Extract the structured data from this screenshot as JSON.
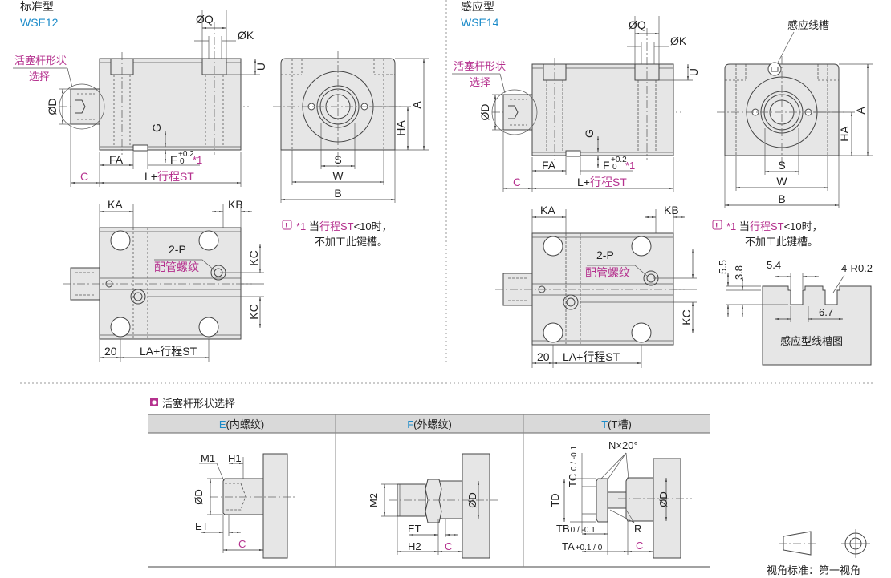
{
  "colors": {
    "accent_blue": "#1b8bc9",
    "accent_magenta": "#b5318e",
    "body_fill": "#e6e6e6",
    "table_header": "#d9d9d9"
  },
  "standard": {
    "title": "标准型",
    "model": "WSE12",
    "rod_callout": [
      "活塞杆形状",
      "选择"
    ],
    "side": {
      "q": "ØQ",
      "k": "ØK",
      "u": "U",
      "g": "G",
      "d": "ØD",
      "fa": "FA",
      "f": "F",
      "f_tol_up": "+0.2",
      "f_tol_low": "0",
      "f_note": "*1",
      "c": "C",
      "l": "L+",
      "st": "行程ST"
    },
    "front": {
      "s": "S",
      "w": "W",
      "b": "B",
      "a": "A",
      "ha": "HA"
    },
    "bottom": {
      "ka": "KA",
      "kb": "KB",
      "kc": "KC",
      "port_count": "2-P",
      "port_label": "配管螺纹",
      "twenty": "20",
      "la": "LA+",
      "st": "行程ST"
    },
    "note": {
      "icon": "warning-icon",
      "mark": "*1",
      "line1_a": "当",
      "line1_b": "行程ST",
      "line1_c": "<10时，",
      "line2": "不加工此键槽。"
    }
  },
  "sensor": {
    "title": "感应型",
    "model": "WSE14",
    "rod_callout": [
      "活塞杆形状",
      "选择"
    ],
    "groove_label": "感应线槽",
    "side": {
      "q": "ØQ",
      "k": "ØK",
      "u": "U",
      "g": "G",
      "d": "ØD",
      "fa": "FA",
      "f": "F",
      "f_tol_up": "+0.2",
      "f_tol_low": "0",
      "f_note": "*1",
      "c": "C",
      "l": "L+",
      "st": "行程ST"
    },
    "front": {
      "s": "S",
      "w": "W",
      "b": "B",
      "a": "A",
      "ha": "HA"
    },
    "bottom": {
      "ka": "KA",
      "kb": "KB",
      "kc": "KC",
      "port_count": "2-P",
      "port_label": "配管螺纹",
      "twenty": "20",
      "la": "LA+",
      "st": "行程ST"
    },
    "note": {
      "icon": "warning-icon",
      "mark": "*1",
      "line1_a": "当",
      "line1_b": "行程ST",
      "line1_c": "<10时，",
      "line2": "不加工此键槽。"
    },
    "groove_diagram": {
      "d55": "5.5",
      "d38": "3.8",
      "d54": "5.4",
      "r": "4-R0.2",
      "d67": "6.7",
      "caption": "感应型线槽图"
    }
  },
  "rod_selection": {
    "title": "活塞杆形状选择",
    "columns": [
      {
        "code": "E",
        "name": "(内螺纹)",
        "labels": {
          "m1": "M1",
          "h1": "H1",
          "d": "ØD",
          "et": "ET",
          "c": "C"
        }
      },
      {
        "code": "F",
        "name": "(外螺纹)",
        "labels": {
          "m2": "M2",
          "d": "ØD",
          "et": "ET",
          "h2": "H2",
          "c": "C"
        }
      },
      {
        "code": "T",
        "name": "(T槽)",
        "labels": {
          "tc": "TC",
          "tc_tol": "0 / -0.1",
          "n": "N×20°",
          "td": "TD",
          "d": "ØD",
          "tb": "TB",
          "tb_tol": "0 / -0.1",
          "r": "R",
          "ta": "TA",
          "ta_tol": "+0.1 / 0",
          "c": "C"
        }
      }
    ]
  },
  "projection": {
    "label": "视角标准：第一视角"
  }
}
